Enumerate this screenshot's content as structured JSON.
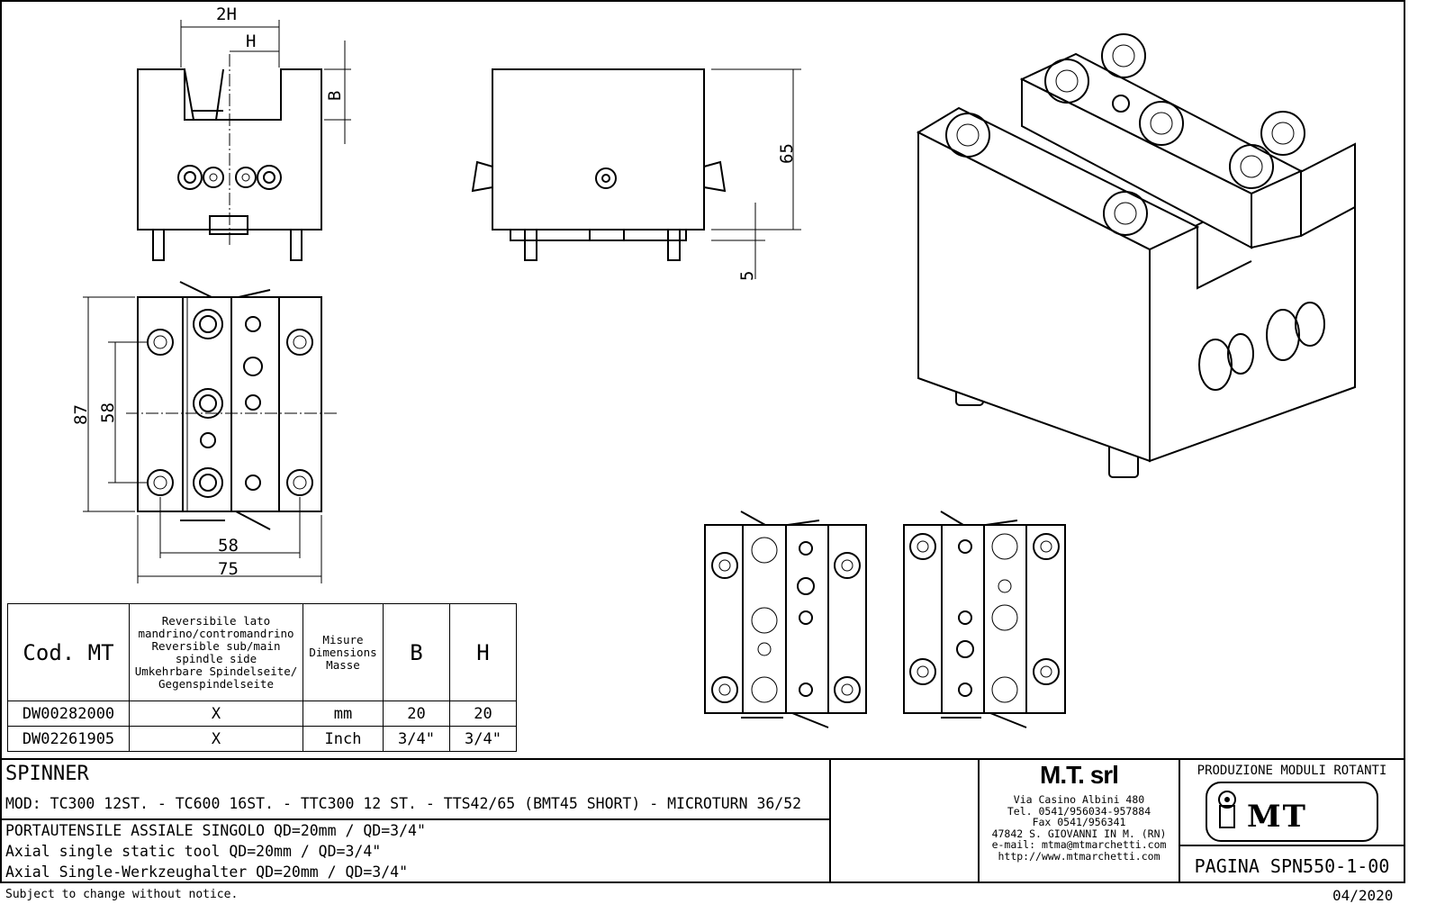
{
  "dimensions": {
    "two_h": "2H",
    "h": "H",
    "b": "B",
    "d65": "65",
    "d5": "5",
    "d87": "87",
    "d58v": "58",
    "d58h": "58",
    "d75": "75"
  },
  "table": {
    "headers": {
      "code": "Cod. MT",
      "reversible": [
        "Reversibile lato",
        "mandrino/contromandrino",
        "Reversible sub/main",
        "spindle side",
        "Umkehrbare Spindelseite/",
        "Gegenspindelseite"
      ],
      "measures": [
        "Misure",
        "Dimensions",
        "Masse"
      ],
      "b": "B",
      "h": "H"
    },
    "rows": [
      {
        "code": "DW00282000",
        "reversible": "X",
        "unit": "mm",
        "b": "20",
        "h": "20"
      },
      {
        "code": "DW02261905",
        "reversible": "X",
        "unit": "Inch",
        "b": "3/4\"",
        "h": "3/4\""
      }
    ]
  },
  "title_block": {
    "product": "SPINNER",
    "models": "MOD: TC300 12ST. - TC600 16ST. - TTC300 12 ST. - TTS42/65 (BMT45 SHORT) - MICROTURN 36/52",
    "desc_it": "PORTAUTENSILE ASSIALE SINGOLO QD=20mm / QD=3/4\"",
    "desc_en": "Axial single static tool QD=20mm / QD=3/4\"",
    "desc_de": "Axial Single-Werkzeughalter QD=20mm / QD=3/4\"",
    "company": "M.T. srl",
    "address": [
      "Via Casino Albini 480",
      "Tel. 0541/956034-957884",
      "Fax 0541/956341",
      "47842 S. GIOVANNI IN M. (RN)",
      "e-mail: mtma@mtmarchetti.com",
      "http://www.mtmarchetti.com"
    ],
    "division": "PRODUZIONE MODULI ROTANTI",
    "logo_text": "MT",
    "page": "PAGINA SPN550-1-00"
  },
  "footer": {
    "notice": "Subject to change without notice.",
    "date": "04/2020"
  }
}
